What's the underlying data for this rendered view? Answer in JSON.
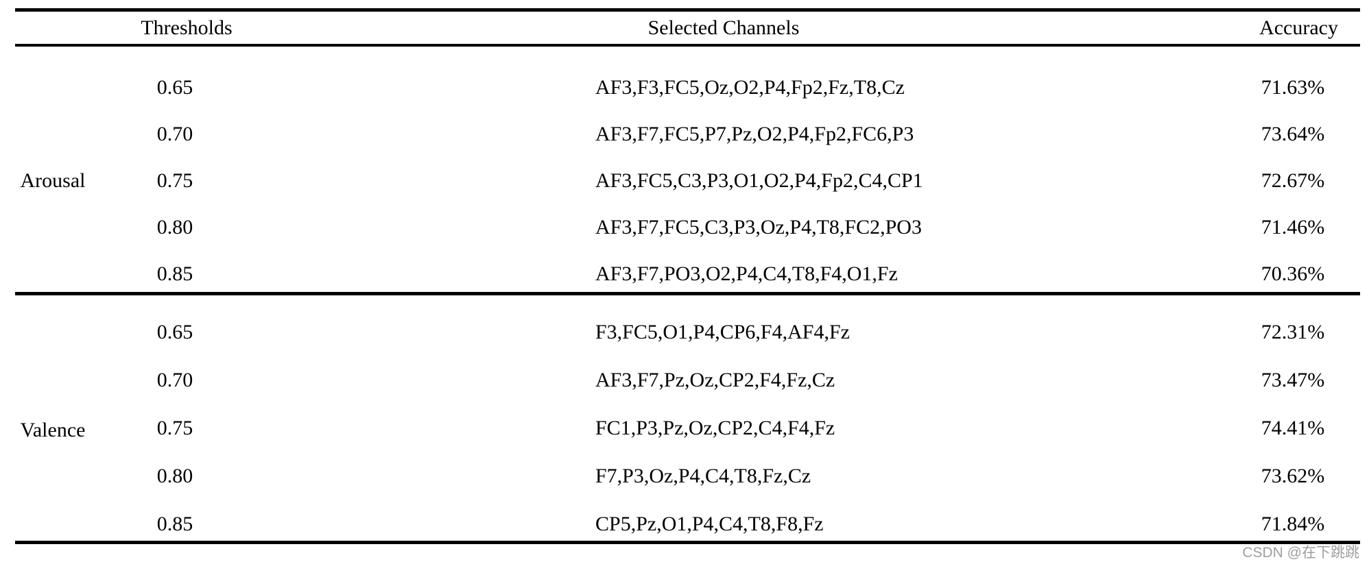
{
  "table": {
    "headers": {
      "thresholds": "Thresholds",
      "channels": "Selected Channels",
      "accuracy": "Accuracy"
    },
    "sections": [
      {
        "label": "Arousal",
        "rows": [
          {
            "threshold": "0.65",
            "channels": "AF3,F3,FC5,Oz,O2,P4,Fp2,Fz,T8,Cz",
            "accuracy": "71.63%"
          },
          {
            "threshold": "0.70",
            "channels": "AF3,F7,FC5,P7,Pz,O2,P4,Fp2,FC6,P3",
            "accuracy": "73.64%"
          },
          {
            "threshold": "0.75",
            "channels": "AF3,FC5,C3,P3,O1,O2,P4,Fp2,C4,CP1",
            "accuracy": "72.67%"
          },
          {
            "threshold": "0.80",
            "channels": "AF3,F7,FC5,C3,P3,Oz,P4,T8,FC2,PO3",
            "accuracy": "71.46%"
          },
          {
            "threshold": "0.85",
            "channels": "AF3,F7,PO3,O2,P4,C4,T8,F4,O1,Fz",
            "accuracy": "70.36%"
          }
        ]
      },
      {
        "label": "Valence",
        "rows": [
          {
            "threshold": "0.65",
            "channels": "F3,FC5,O1,P4,CP6,F4,AF4,Fz",
            "accuracy": "72.31%"
          },
          {
            "threshold": "0.70",
            "channels": "AF3,F7,Pz,Oz,CP2,F4,Fz,Cz",
            "accuracy": "73.47%"
          },
          {
            "threshold": "0.75",
            "channels": "FC1,P3,Pz,Oz,CP2,C4,F4,Fz",
            "accuracy": "74.41%"
          },
          {
            "threshold": "0.80",
            "channels": "F7,P3,Oz,P4,C4,T8,Fz,Cz",
            "accuracy": "73.62%"
          },
          {
            "threshold": "0.85",
            "channels": "CP5,Pz,O1,P4,C4,T8,F8,Fz",
            "accuracy": "71.84%"
          }
        ]
      }
    ]
  },
  "watermark": "CSDN @在下跳跳",
  "colors": {
    "text": "#000000",
    "background": "#ffffff",
    "rule": "#000000",
    "watermark": "#9e9e9e"
  }
}
